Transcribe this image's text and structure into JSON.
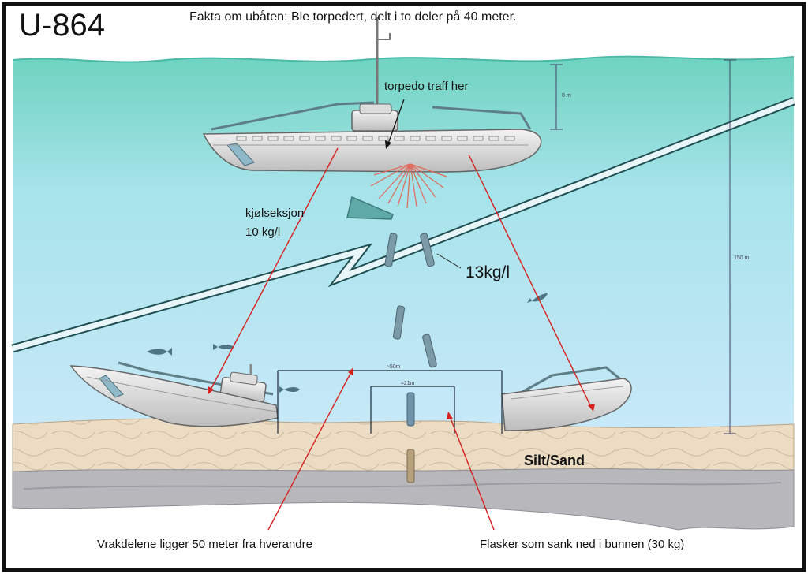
{
  "title": "U-864",
  "facts": "Fakta om ubåten:  Ble torpedert, delt i to deler på 40 meter.",
  "labels": {
    "torpedo_hit": "torpedo traff her",
    "cooling_section_name": "kjølseksjon",
    "cooling_section_density": "10 kg/l",
    "flask_density": "13kg/l",
    "seabed": "Silt/Sand",
    "wreck_distance": "Vrakdelene ligger 50 meter fra hverandre",
    "flasks_sunk": "Flasker som sank ned i bunnen (30 kg)"
  },
  "dimensions": {
    "surface_depth": "8 m",
    "total_depth": "150 m",
    "wreck_spacing": "≈50m",
    "flask_spacing": "≈21m"
  },
  "colors": {
    "sea_top": "#7ed6c6",
    "sea_bottom": "#c4e7f7",
    "sand": "#ecdcc4",
    "rock": "#b7b7bc",
    "pointer": "#d82020",
    "hull": "#e5e5e5"
  }
}
